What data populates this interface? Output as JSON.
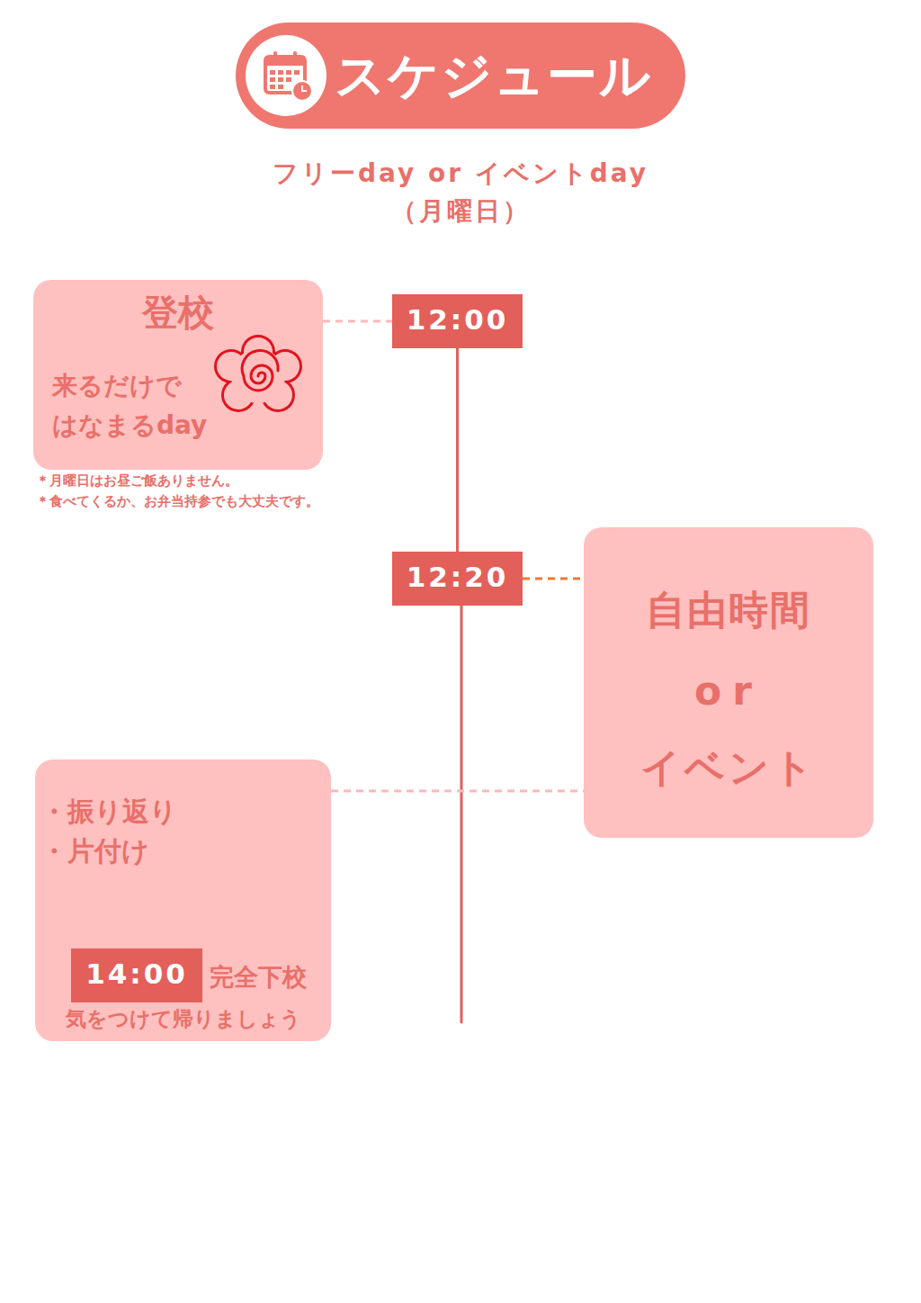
{
  "diagram": {
    "title": "スケジュール",
    "nodes": [
      {
        "text": [
          "登校",
          "来るだけで はなまるday"
        ]
      },
      {
        "text": [
          "12:00"
        ]
      },
      {
        "text": [
          "12:20"
        ]
      },
      {
        "text": [
          "自由時間",
          "or",
          "イベント"
        ]
      },
      {
        "text": [
          "・振り返り",
          "・片付け",
          "完全下校",
          "気をつけて帰りましょう"
        ]
      },
      {
        "text": [
          "14:00"
        ],
        "in": 4
      }
    ],
    "edges": [
      {
        "from": 0,
        "to": 1,
        "arrow": "none"
      },
      {
        "from": 1,
        "to": 2,
        "arrow": "none"
      },
      {
        "from": 2,
        "to": 3,
        "arrow": "none"
      },
      {
        "from": 4,
        "to": 3,
        "arrow": "none"
      }
    ],
    "labels": [
      "フリーday or イベントday",
      "（月曜日）",
      "＊月曜日はお昼ご飯ありません。",
      "＊食べてくるか、お弁当持参でも大丈夫です。"
    ]
  }
}
